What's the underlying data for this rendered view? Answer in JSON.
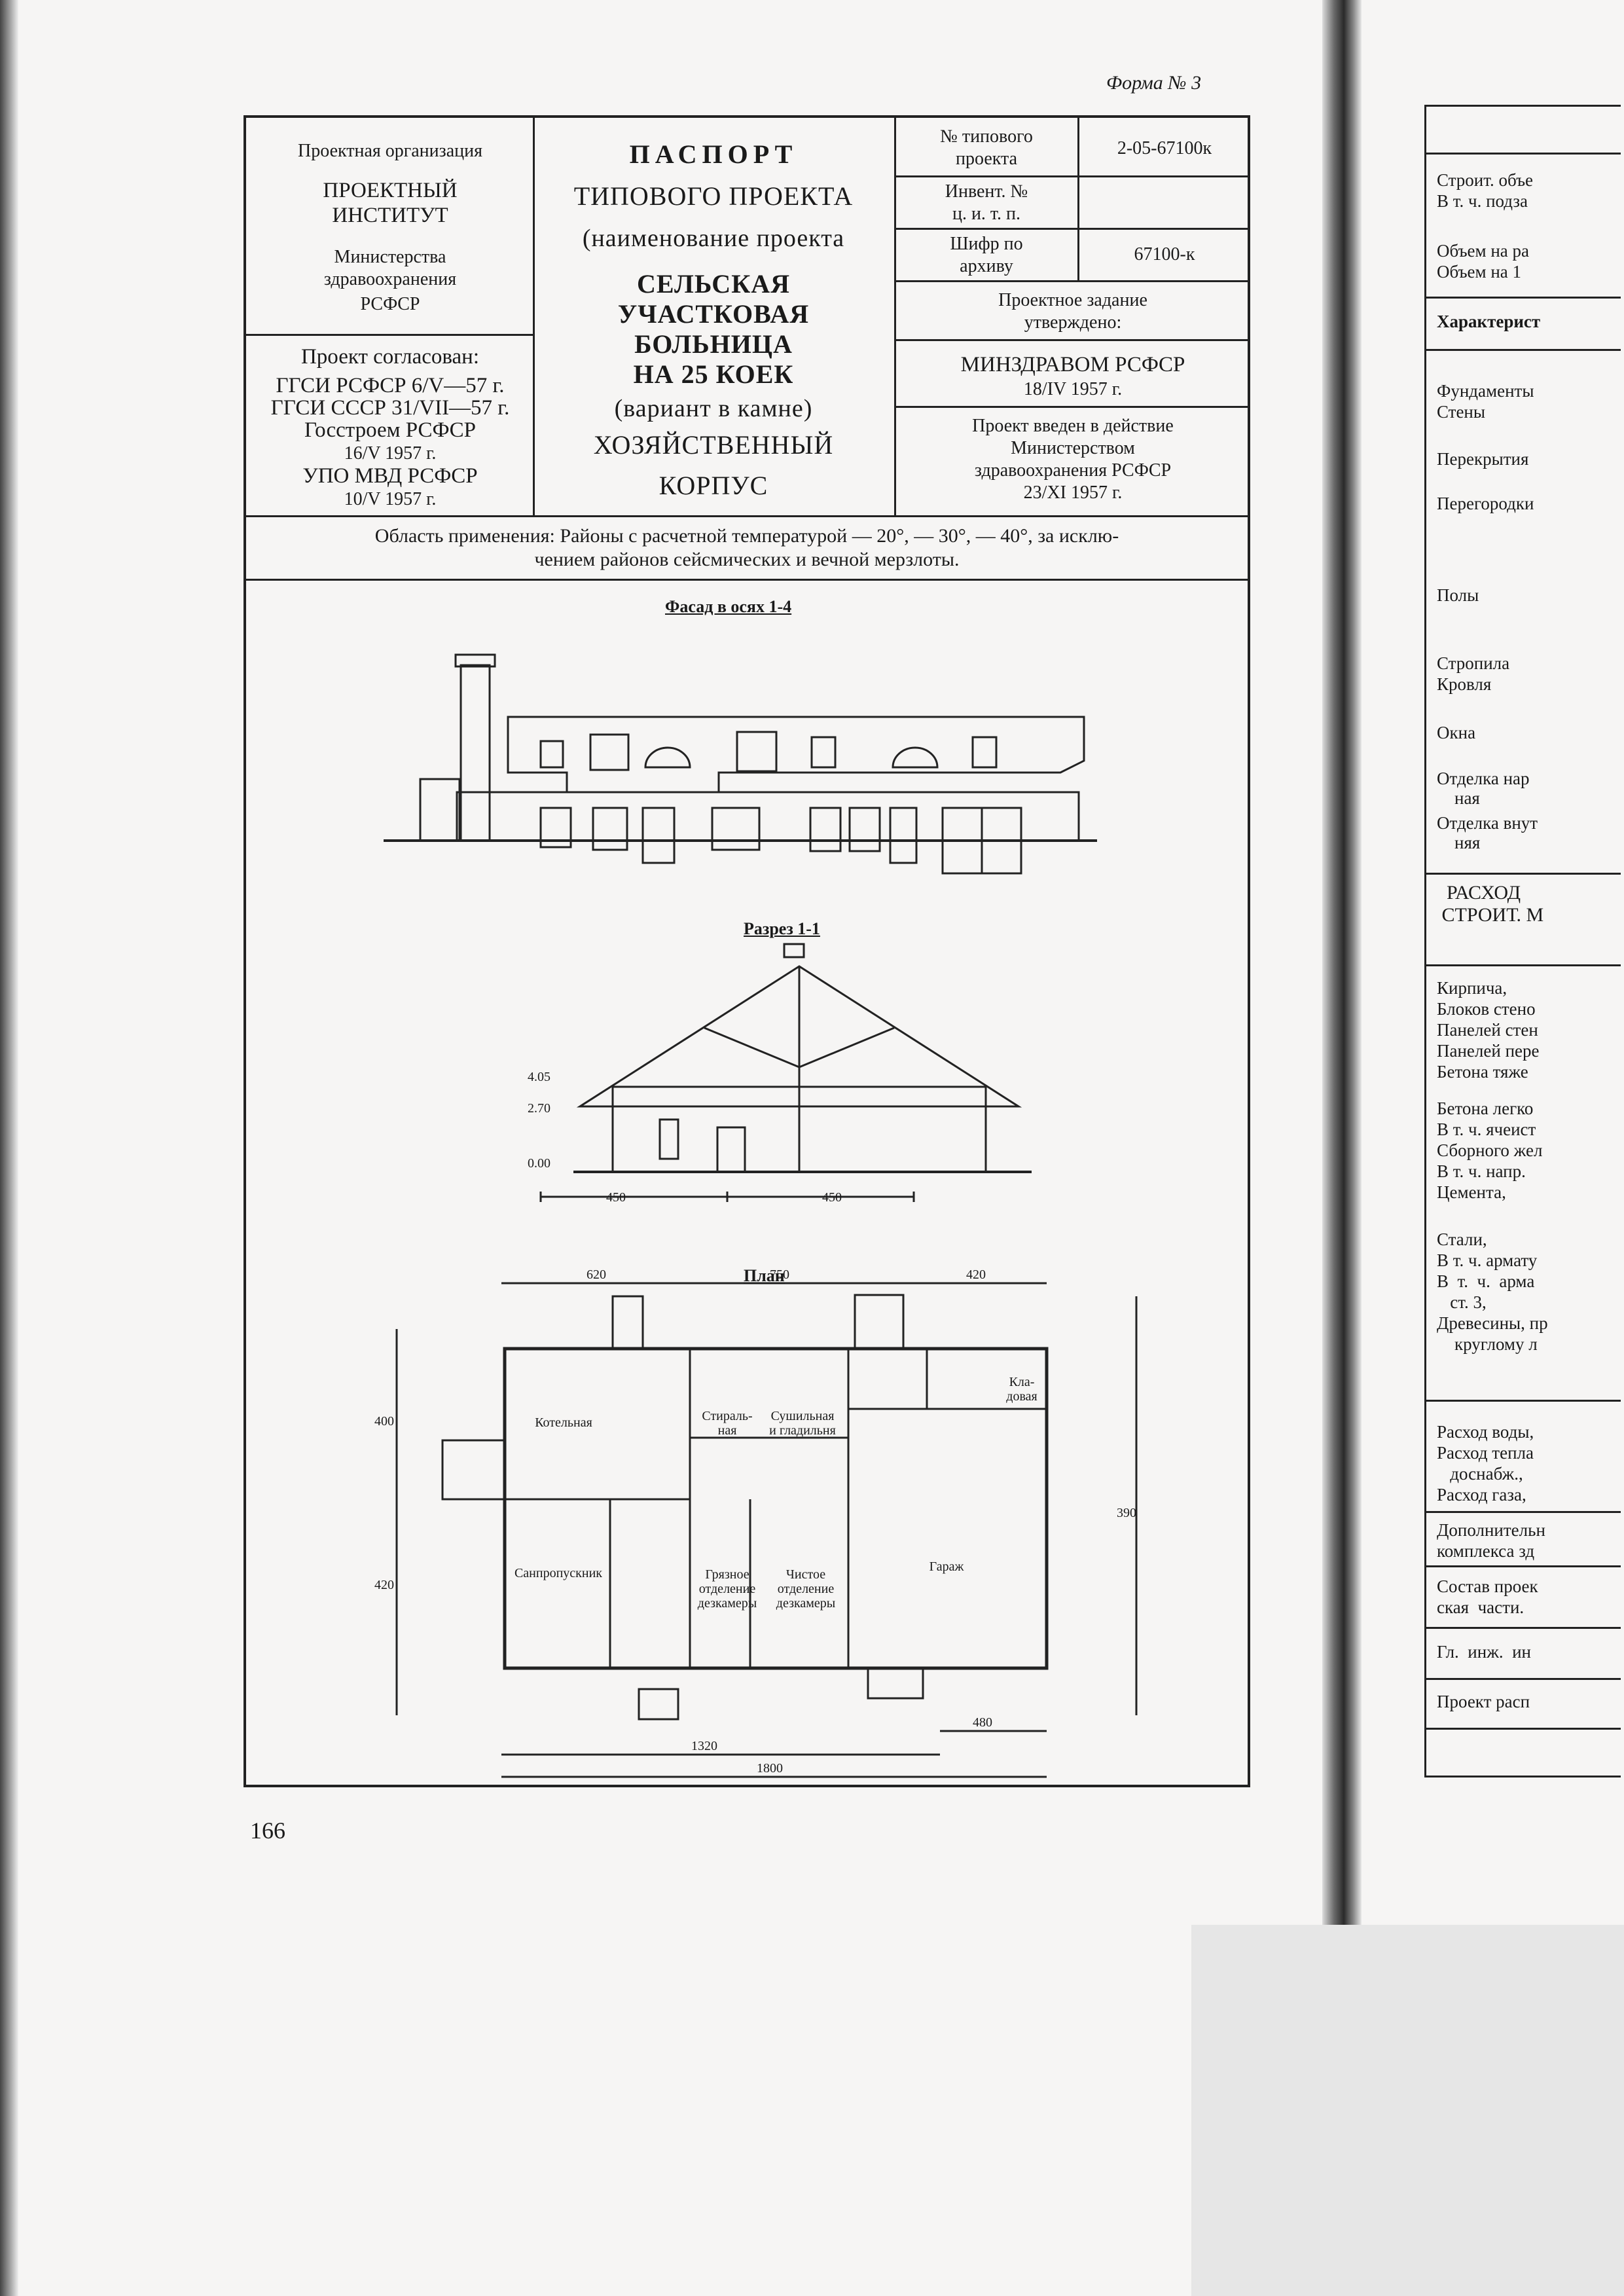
{
  "form_label": "Форма № 3",
  "page_number": "166",
  "header": {
    "org_label": "Проектная организация",
    "org_name_1": "ПРОЕКТНЫЙ",
    "org_name_2": "ИНСТИТУТ",
    "org_ministry_1": "Министерства",
    "org_ministry_2": "здравоохранения",
    "org_ministry_3": "РСФСР",
    "agreed_label": "Проект согласован:",
    "agreed_1": "ГГСИ РСФСР 6/V—57 г.",
    "agreed_2": "ГГСИ СССР 31/VII—57 г.",
    "agreed_3": "Госстроем РСФСР",
    "agreed_4": "16/V 1957 г.",
    "agreed_5": "УПО МВД РСФСР",
    "agreed_6": "10/V 1957 г.",
    "title_1": "ПАСПОРТ",
    "title_2": "ТИПОВОГО ПРОЕКТА",
    "title_3": "(наименование проекта",
    "name_1": "СЕЛЬСКАЯ",
    "name_2": "УЧАСТКОВАЯ",
    "name_3": "БОЛЬНИЦА",
    "name_4": "НА 25 КОЕК",
    "name_5": "(вариант в камне)",
    "name_6": "ХОЗЯЙСТВЕННЫЙ",
    "name_7": "КОРПУС",
    "typical_no_label_1": "№ типового",
    "typical_no_label_2": "проекта",
    "typical_no_value": "2-05-67100к",
    "invent_label_1": "Инвент. №",
    "invent_label_2": "ц. и. т. п.",
    "invent_value": "",
    "cipher_label_1": "Шифр по",
    "cipher_label_2": "архиву",
    "cipher_value": "67100-к",
    "approved_label_1": "Проектное задание",
    "approved_label_2": "утверждено:",
    "approved_by_1": "МИНЗДРАВОМ РСФСР",
    "approved_by_2": "18/IV 1957 г.",
    "enacted_1": "Проект введен в действие",
    "enacted_2": "Министерством",
    "enacted_3": "здравоохранения РСФСР",
    "enacted_4": "23/XI 1957 г."
  },
  "application_area_1": "Область применения: Районы с расчетной температурой — 20°, — 30°, — 40°, за исклю-",
  "application_area_2": "чением районов сейсмических и вечной мерзлоты.",
  "drawing": {
    "facade_label": "Фасад в осях 1-4",
    "section_label": "Разрез 1-1",
    "plan_label": "План",
    "rooms": {
      "r1": "Котельная",
      "r2": "Стираль-",
      "r2b": "ная",
      "r3": "Сушильная",
      "r3b": "и гладильня",
      "r4": "Кла-",
      "r4b": "довая",
      "r5": "Гараж",
      "r6": "Санпропускник",
      "r7": "Грязное",
      "r7b": "отделение",
      "r7c": "дезкамеры",
      "r8": "Чистое",
      "r8b": "отделение",
      "r8c": "дезкамеры"
    },
    "dims": {
      "d1": "620",
      "d2": "750",
      "d3": "420",
      "d4": "400",
      "d5": "420",
      "d6": "390",
      "d7": "1320",
      "d8": "480",
      "d9": "1800",
      "d10": "450",
      "d11": "450",
      "d12": "4.05",
      "d13": "0.00",
      "d14": "2.70"
    }
  },
  "right_page": {
    "rows": [
      "Строит. объе",
      "В т. ч. подза",
      "Объем на ра",
      "Объем на 1",
      "Характерист",
      "Фундаменты",
      "Стены",
      "Перекрытия",
      "Перегородки",
      "Полы",
      "Стропила",
      "Кровля",
      "Окна",
      "Отделка нар",
      "    ная",
      "Отделка внут",
      "    няя",
      "  РАСХОД",
      " СТРОИТ. М",
      "Кирпича,",
      "Блоков стено",
      "Панелей стен",
      "Панелей пере",
      "Бетона тяже",
      "Бетона легко",
      "В т. ч. ячеист",
      "Сборного жел",
      "В т. ч. напр.",
      "Цемента,",
      "Стали,",
      "В т. ч. армату",
      "В  т.  ч.  арма",
      "   ст. 3,",
      "Древесины, пр",
      "    круглому л",
      "Расход воды,",
      "Расход тепла",
      "   доснабж.,",
      "Расход газа,",
      "Дополнительн",
      "комплекса зд",
      "Состав проек",
      "ская  части.",
      "Гл.  инж.  ин",
      "Проект расп"
    ]
  }
}
